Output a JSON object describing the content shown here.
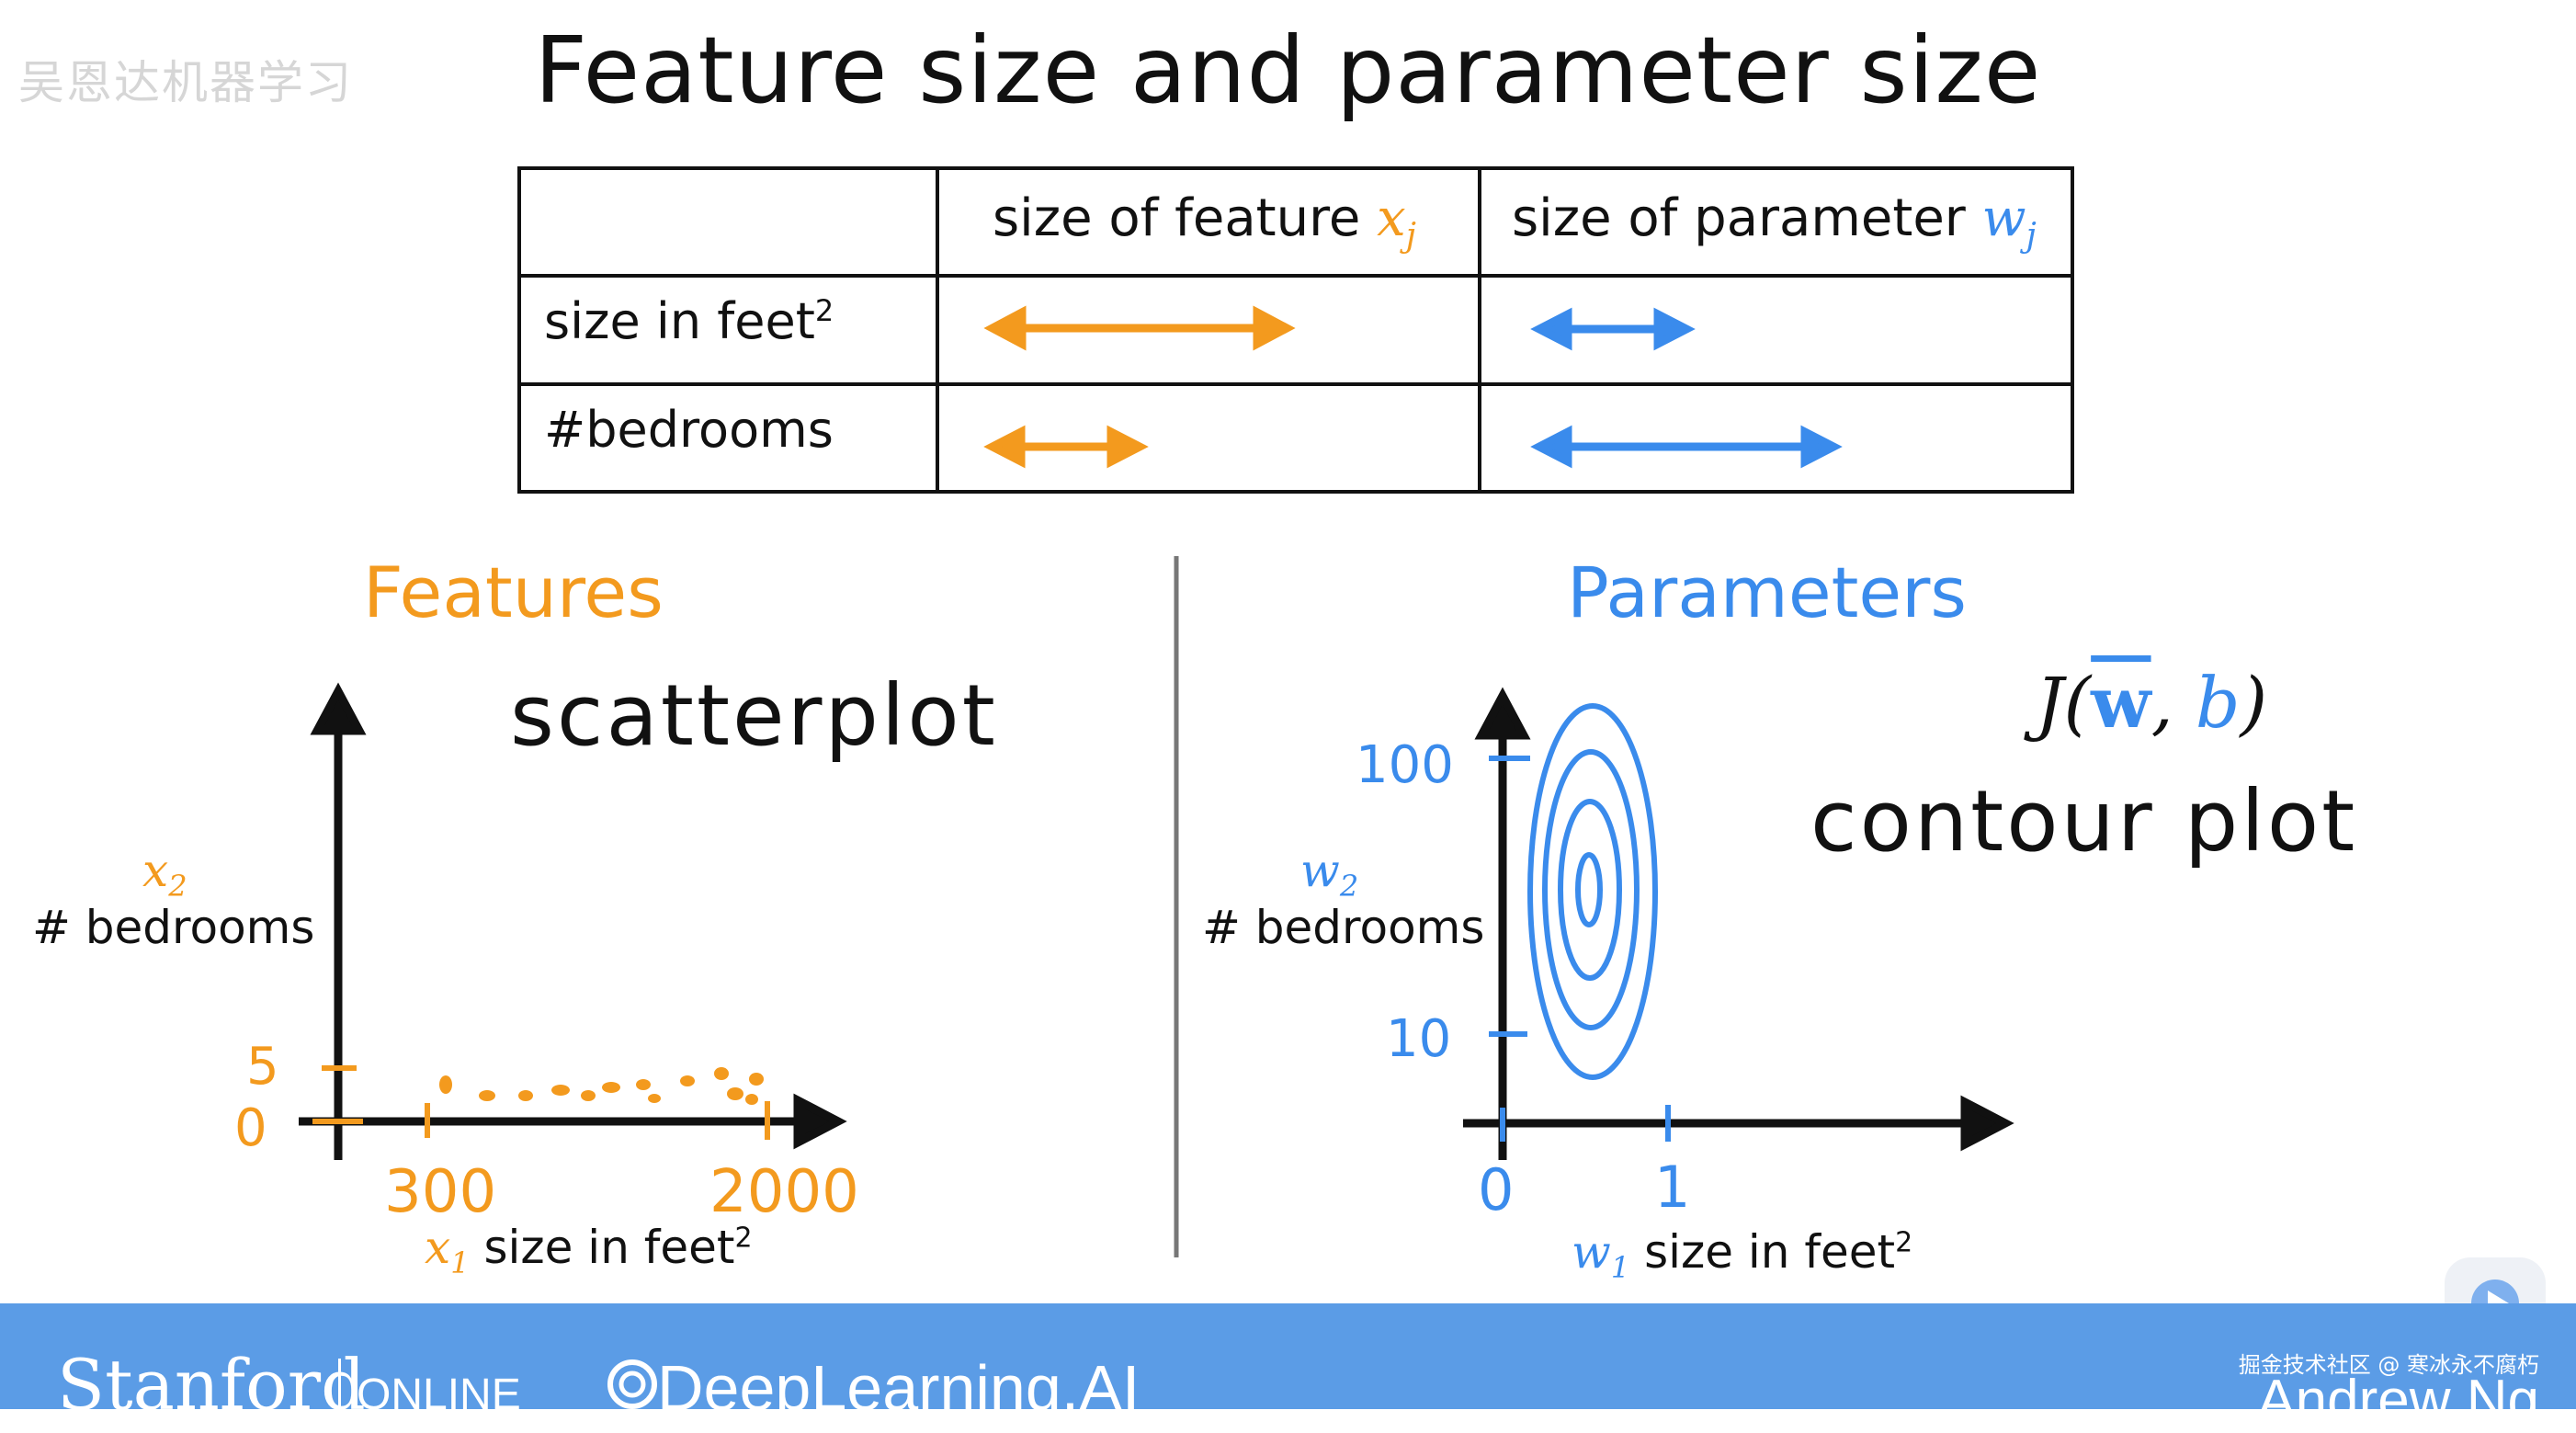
{
  "watermark": "吴恩达机器学习",
  "title": "Feature size and parameter size",
  "table": {
    "header_feature": "size of feature",
    "header_feature_var": "x",
    "header_feature_sub": "j",
    "header_param": "size of parameter",
    "header_param_var": "w",
    "header_param_sub": "j",
    "rows": [
      {
        "label": "size in feet",
        "sup": "2"
      },
      {
        "label": "#bedrooms",
        "sup": ""
      }
    ]
  },
  "features": {
    "title": "Features",
    "annotation": "scatterplot",
    "y_var": "x",
    "y_sub": "2",
    "y_label": "# bedrooms",
    "x_var": "x",
    "x_sub": "1",
    "x_label": "size in feet",
    "x_sup": "2",
    "y_ticks": [
      "5",
      "0"
    ],
    "x_ticks": [
      "300",
      "2000"
    ]
  },
  "parameters": {
    "title": "Parameters",
    "cost_label": "J(w, b)",
    "cost_prefix": "J(",
    "cost_w": "w",
    "cost_mid": ", ",
    "cost_b": "b",
    "cost_suffix": ")",
    "annotation": "contour plot",
    "y_var": "w",
    "y_sub": "2",
    "y_label": "# bedrooms",
    "x_var": "w",
    "x_sub": "1",
    "x_label": "size in feet",
    "x_sup": "2",
    "y_ticks": [
      "100",
      "10"
    ],
    "x_ticks": [
      "0",
      "1"
    ]
  },
  "footer": {
    "stanford": "Stanford",
    "online": "ONLINE",
    "deeplearning": "DeepLearning.AI",
    "author": "Andrew Ng",
    "community": "掘金技术社区 @ 寒冰永不腐朽"
  },
  "colors": {
    "orange": "#f39a1e",
    "blue": "#3a8bec",
    "footer": "#5b9ce6"
  }
}
